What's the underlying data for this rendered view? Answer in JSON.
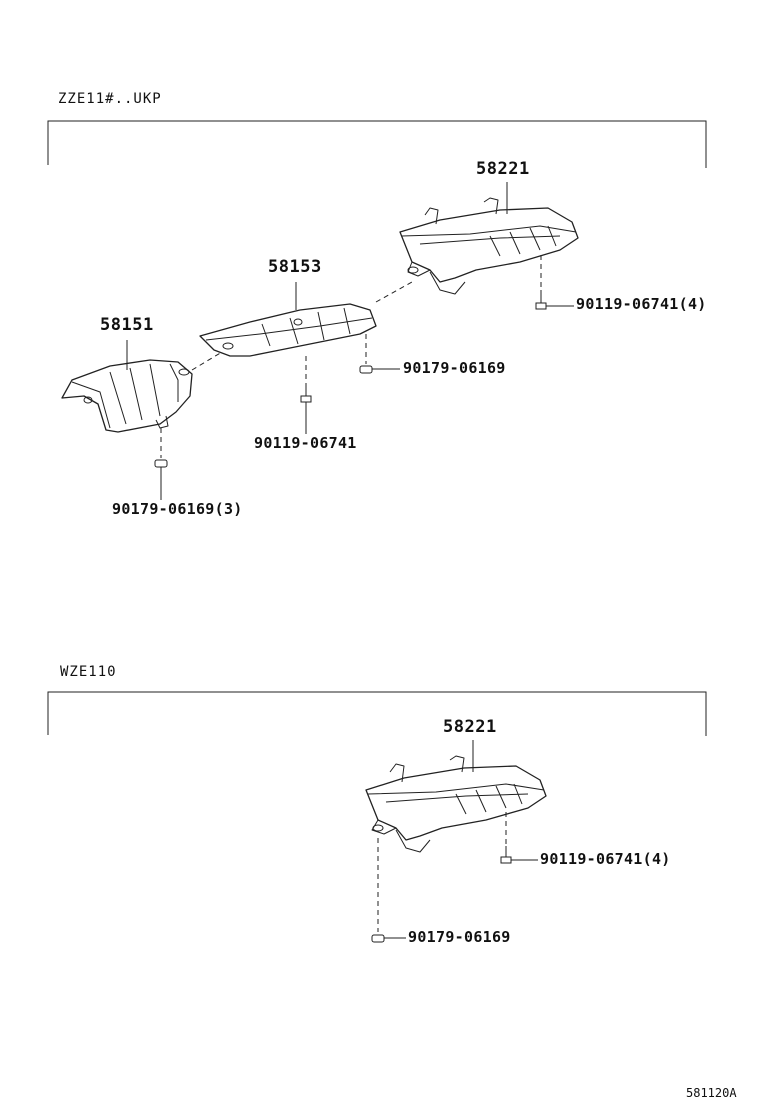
{
  "sections": [
    {
      "title": "ZZE11#..UKP",
      "parts": {
        "heat_insulator_rear": "58221",
        "heat_insulator_center": "58153",
        "heat_insulator_front": "58151"
      },
      "fasteners": {
        "rear_bolt": "90119-06741(4)",
        "center_nut": "90179-06169",
        "center_bolt": "90119-06741",
        "front_nut": "90179-06169(3)"
      }
    },
    {
      "title": "WZE110",
      "parts": {
        "heat_insulator_rear": "58221"
      },
      "fasteners": {
        "rear_bolt": "90119-06741(4)",
        "rear_nut": "90179-06169"
      }
    }
  ],
  "diagram_code": "581120A"
}
